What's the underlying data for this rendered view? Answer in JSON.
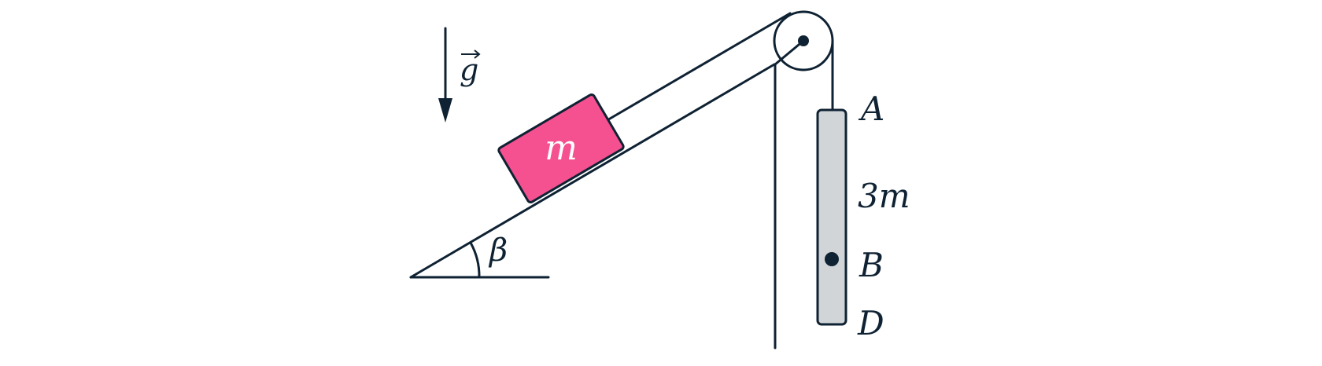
{
  "labels": {
    "gravity": "g",
    "block_mass": "m",
    "angle": "β",
    "rod_top": "A",
    "rod_mass": "3m",
    "rod_center": "B",
    "rod_bottom": "D"
  },
  "colors": {
    "stroke": "#0f2233",
    "block_fill": "#f5508f",
    "block_label": "#ffffff",
    "rod_fill": "#d1d5d8",
    "background": "#ffffff"
  }
}
